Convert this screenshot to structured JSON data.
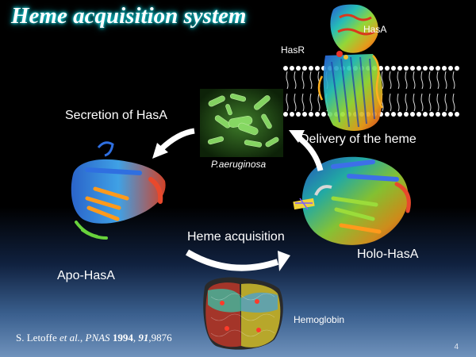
{
  "title": "Heme acquisition system",
  "labels": {
    "hasa_top": "HasA",
    "hasr": "HasR",
    "secretion": "Secretion of HasA",
    "delivery": "Delivery of the heme",
    "organism": "P.aeruginosa",
    "apo": "Apo-HasA",
    "holo": "Holo-HasA",
    "acquisition": "Heme acquisition",
    "hemoglobin": "Hemoglobin"
  },
  "reference": {
    "authors": "S. Letoffe ",
    "etal": "et al.",
    "journal": "PNAS",
    "year": "1994",
    "volume": "91",
    "pages": ",9876"
  },
  "page_number": "4",
  "colors": {
    "background_top": "#000000",
    "background_bottom": "#6f92bc",
    "title_glow": "#12c9d2",
    "bacteria": "#7ed957",
    "arrow": "#ffffff"
  }
}
